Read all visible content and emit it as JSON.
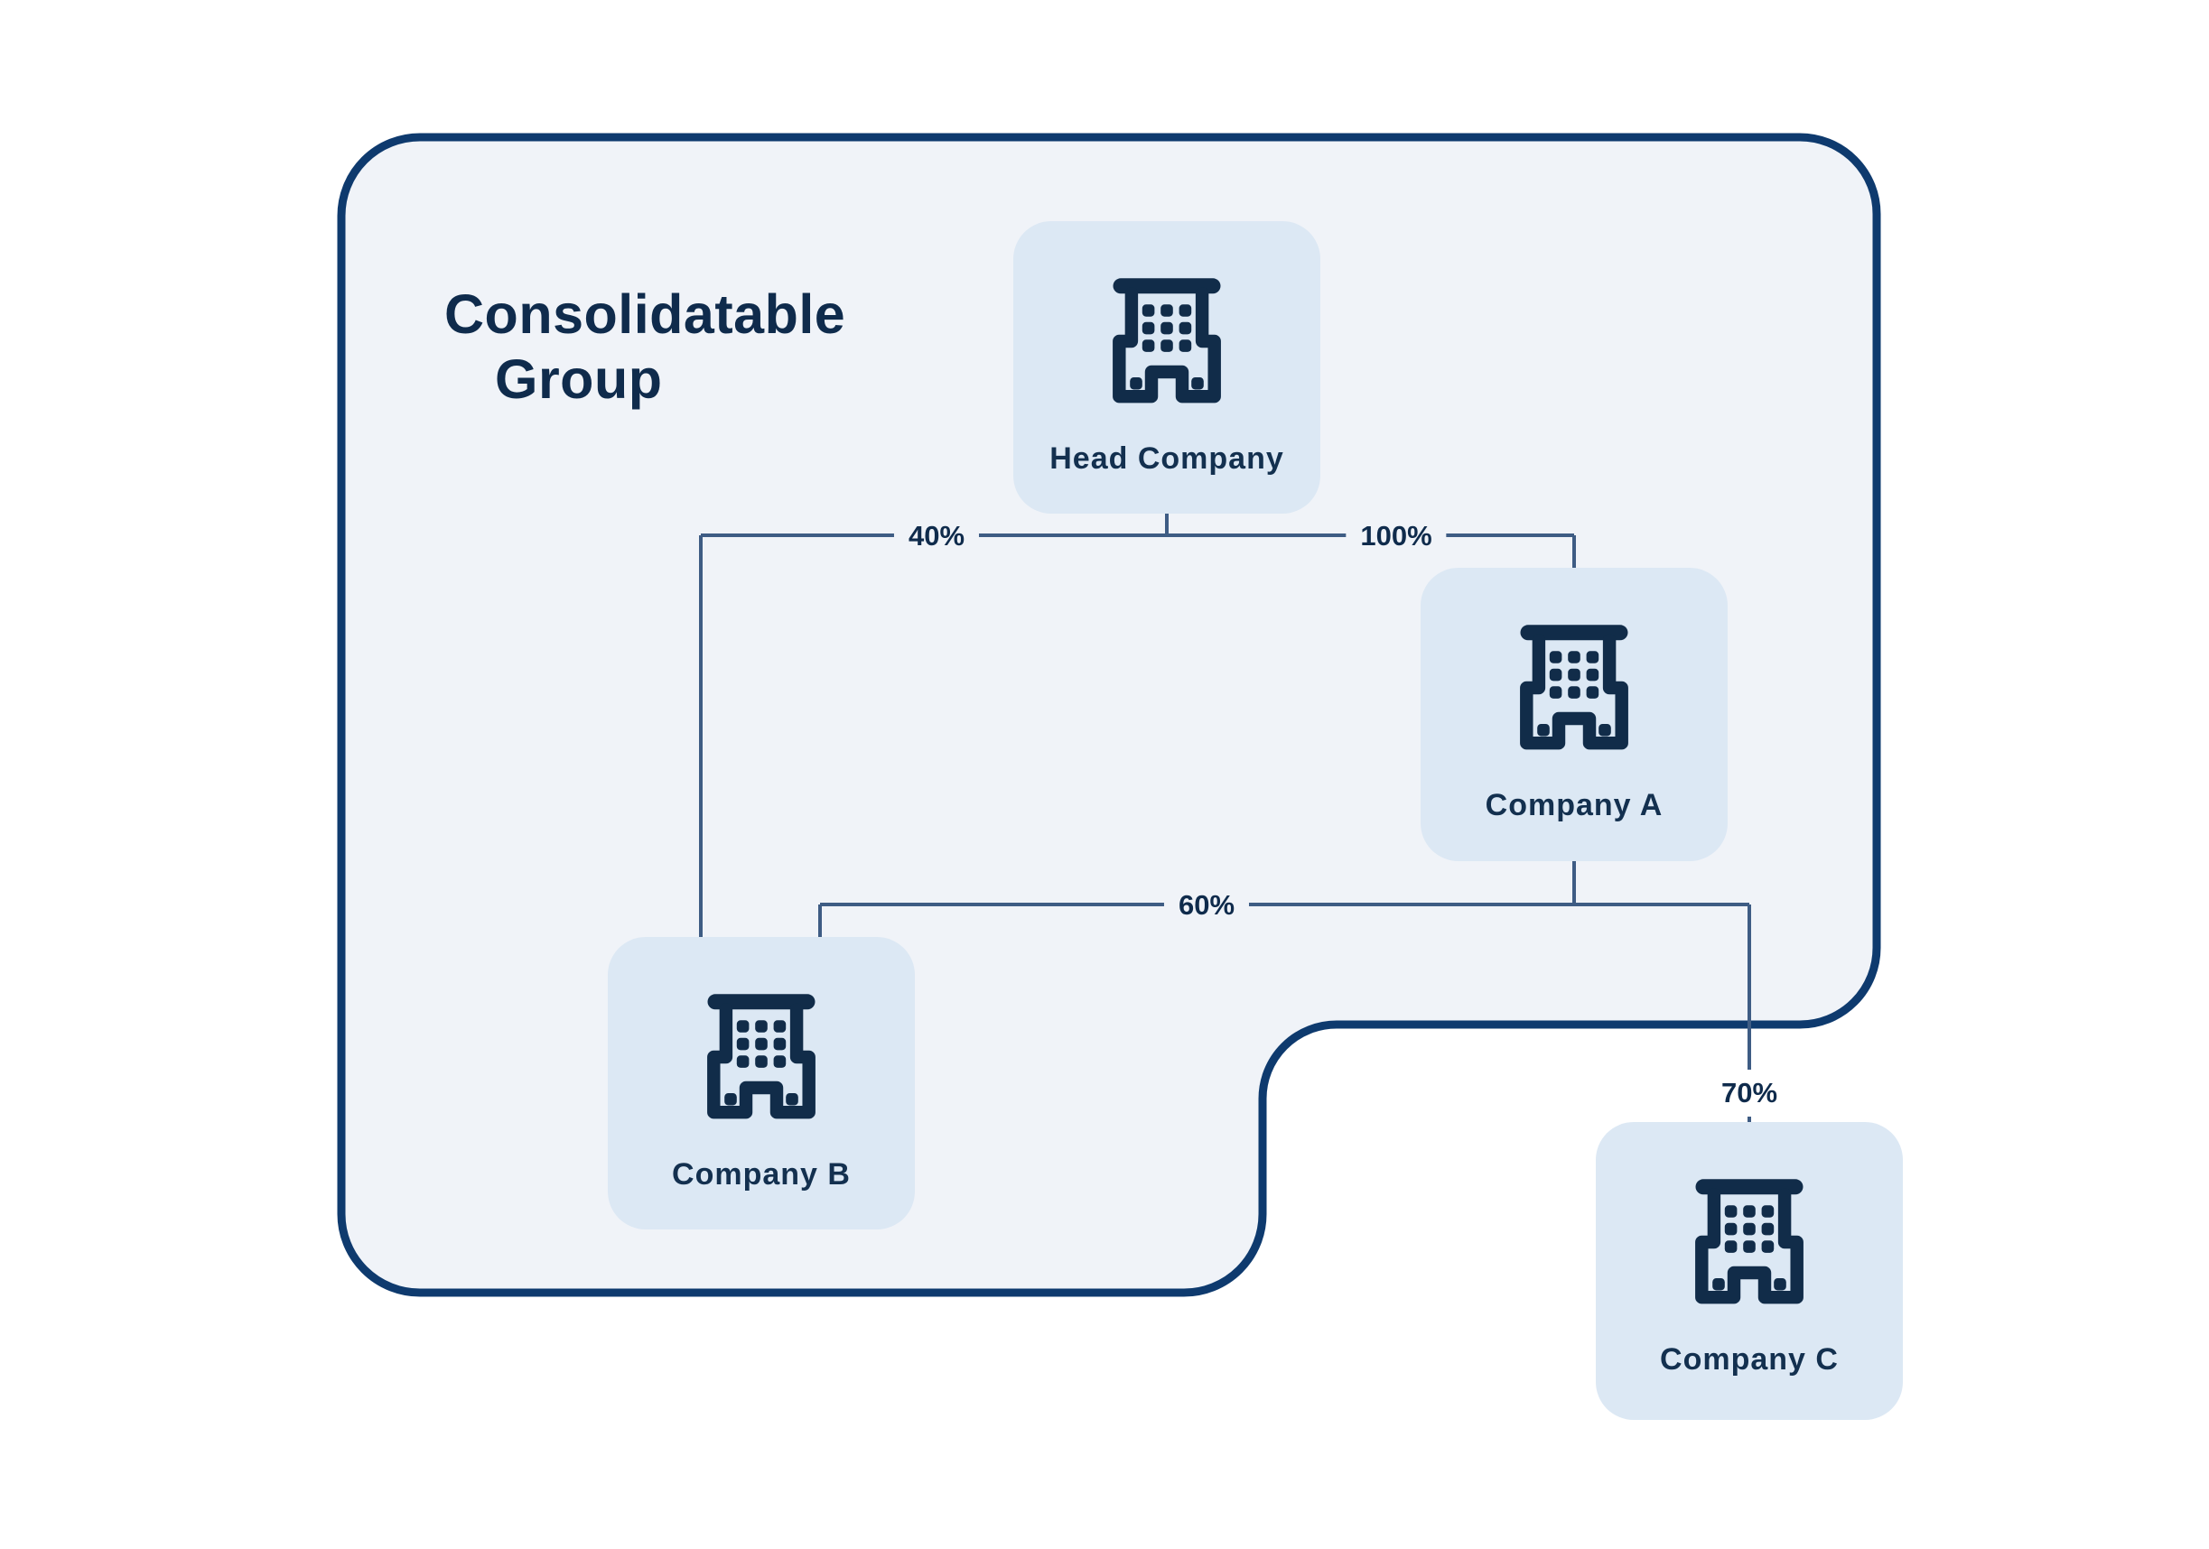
{
  "title": {
    "line1": "Consolidatable",
    "line2": "Group",
    "full": "Consolidatable Group"
  },
  "nodes": [
    {
      "id": "head-company",
      "label": "Head Company",
      "icon": "building-icon",
      "inside_group": true
    },
    {
      "id": "company-a",
      "label": "Company A",
      "icon": "building-icon",
      "inside_group": true
    },
    {
      "id": "company-b",
      "label": "Company B",
      "icon": "building-icon",
      "inside_group": true
    },
    {
      "id": "company-c",
      "label": "Company C",
      "icon": "building-icon",
      "inside_group": false
    }
  ],
  "edges": [
    {
      "from": "Head Company",
      "to": "Company B",
      "label": "40%"
    },
    {
      "from": "Head Company",
      "to": "Company A",
      "label": "100%"
    },
    {
      "from": "Company A",
      "to": "Company B",
      "label": "60%"
    },
    {
      "from": "Company A",
      "to": "Company C",
      "label": "70%"
    }
  ],
  "colors": {
    "page_background": "#ffffff",
    "group_fill": "#f0f3f8",
    "group_border": "#0e3a6e",
    "card_fill": "#dce8f4",
    "connector": "#3e5c84",
    "text": "#0f2b4c",
    "icon": "#112c49"
  }
}
